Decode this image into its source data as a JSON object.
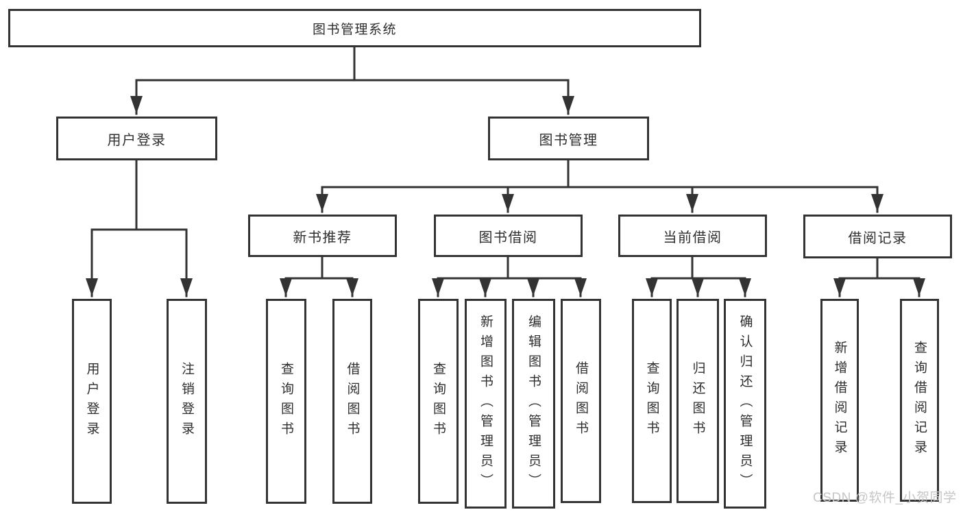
{
  "diagram": {
    "type": "tree-structure-diagram",
    "title": "图书管理系统",
    "colors": {
      "line": "#333333",
      "box_border": "#333333",
      "box_fill": "#ffffff",
      "text": "#2e2e2e",
      "watermark": "#c6c6c6",
      "background": "#ffffff"
    },
    "hierarchy": {
      "图书管理系统": {
        "用户登录": [
          "用户登录",
          "注销登录"
        ],
        "图书管理": {
          "新书推荐": [
            "查询图书",
            "借阅图书"
          ],
          "图书借阅": [
            "查询图书",
            "新增图书（管理员）",
            "编辑图书（管理员）",
            "借阅图书"
          ],
          "当前借阅": [
            "查询图书",
            "归还图书",
            "确认归还（管理员）"
          ],
          "借阅记录": [
            "新增借阅记录",
            "查询借阅记录"
          ]
        }
      }
    },
    "nodes": {
      "root": {
        "label": "图书管理系统"
      },
      "user_login": {
        "label": "用户登录"
      },
      "book_mgmt": {
        "label": "图书管理"
      },
      "new_book_rec": {
        "label": "新书推荐"
      },
      "book_borrow": {
        "label": "图书借阅"
      },
      "current_borrow": {
        "label": "当前借阅"
      },
      "borrow_record": {
        "label": "借阅记录"
      },
      "leaf_user_login": {
        "label": "用户登录"
      },
      "leaf_logout": {
        "label": "注销登录"
      },
      "leaf_query_book_1": {
        "label": "查询图书"
      },
      "leaf_borrow_book_1": {
        "label": "借阅图书"
      },
      "leaf_query_book_2": {
        "label": "查询图书"
      },
      "leaf_add_book": {
        "label": "新增图书（管理员）"
      },
      "leaf_edit_book": {
        "label": "编辑图书（管理员）"
      },
      "leaf_borrow_book_2": {
        "label": "借阅图书"
      },
      "leaf_query_book_3": {
        "label": "查询图书"
      },
      "leaf_return_book": {
        "label": "归还图书"
      },
      "leaf_confirm_return": {
        "label": "确认归还（管理员）"
      },
      "leaf_add_record": {
        "label": "新增借阅记录"
      },
      "leaf_query_record": {
        "label": "查询借阅记录"
      }
    },
    "watermark": "CSDN @软件_小贺同学"
  }
}
